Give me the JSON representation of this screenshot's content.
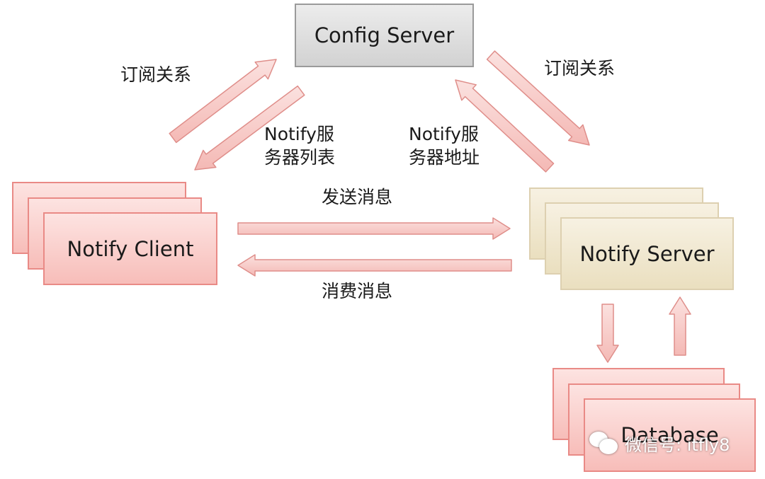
{
  "nodes": {
    "config_server": "Config Server",
    "notify_client": "Notify Client",
    "notify_server": "Notify Server",
    "database": "Database"
  },
  "edges": {
    "subscribe_left": "订阅关系",
    "subscribe_right": "订阅关系",
    "server_list": [
      "Notify服",
      "务器列表"
    ],
    "server_address": [
      "Notify服",
      "务器地址"
    ],
    "send_message": "发送消息",
    "consume_message": "消费消息"
  },
  "watermark": "微信号: itfly8",
  "colors": {
    "arrow_fill": "#f8cdca",
    "arrow_stroke": "#df8e8a",
    "client_fill": "#fbd0cd",
    "server_fill": "#f1e8d0",
    "config_fill": "#dcdcdc"
  }
}
